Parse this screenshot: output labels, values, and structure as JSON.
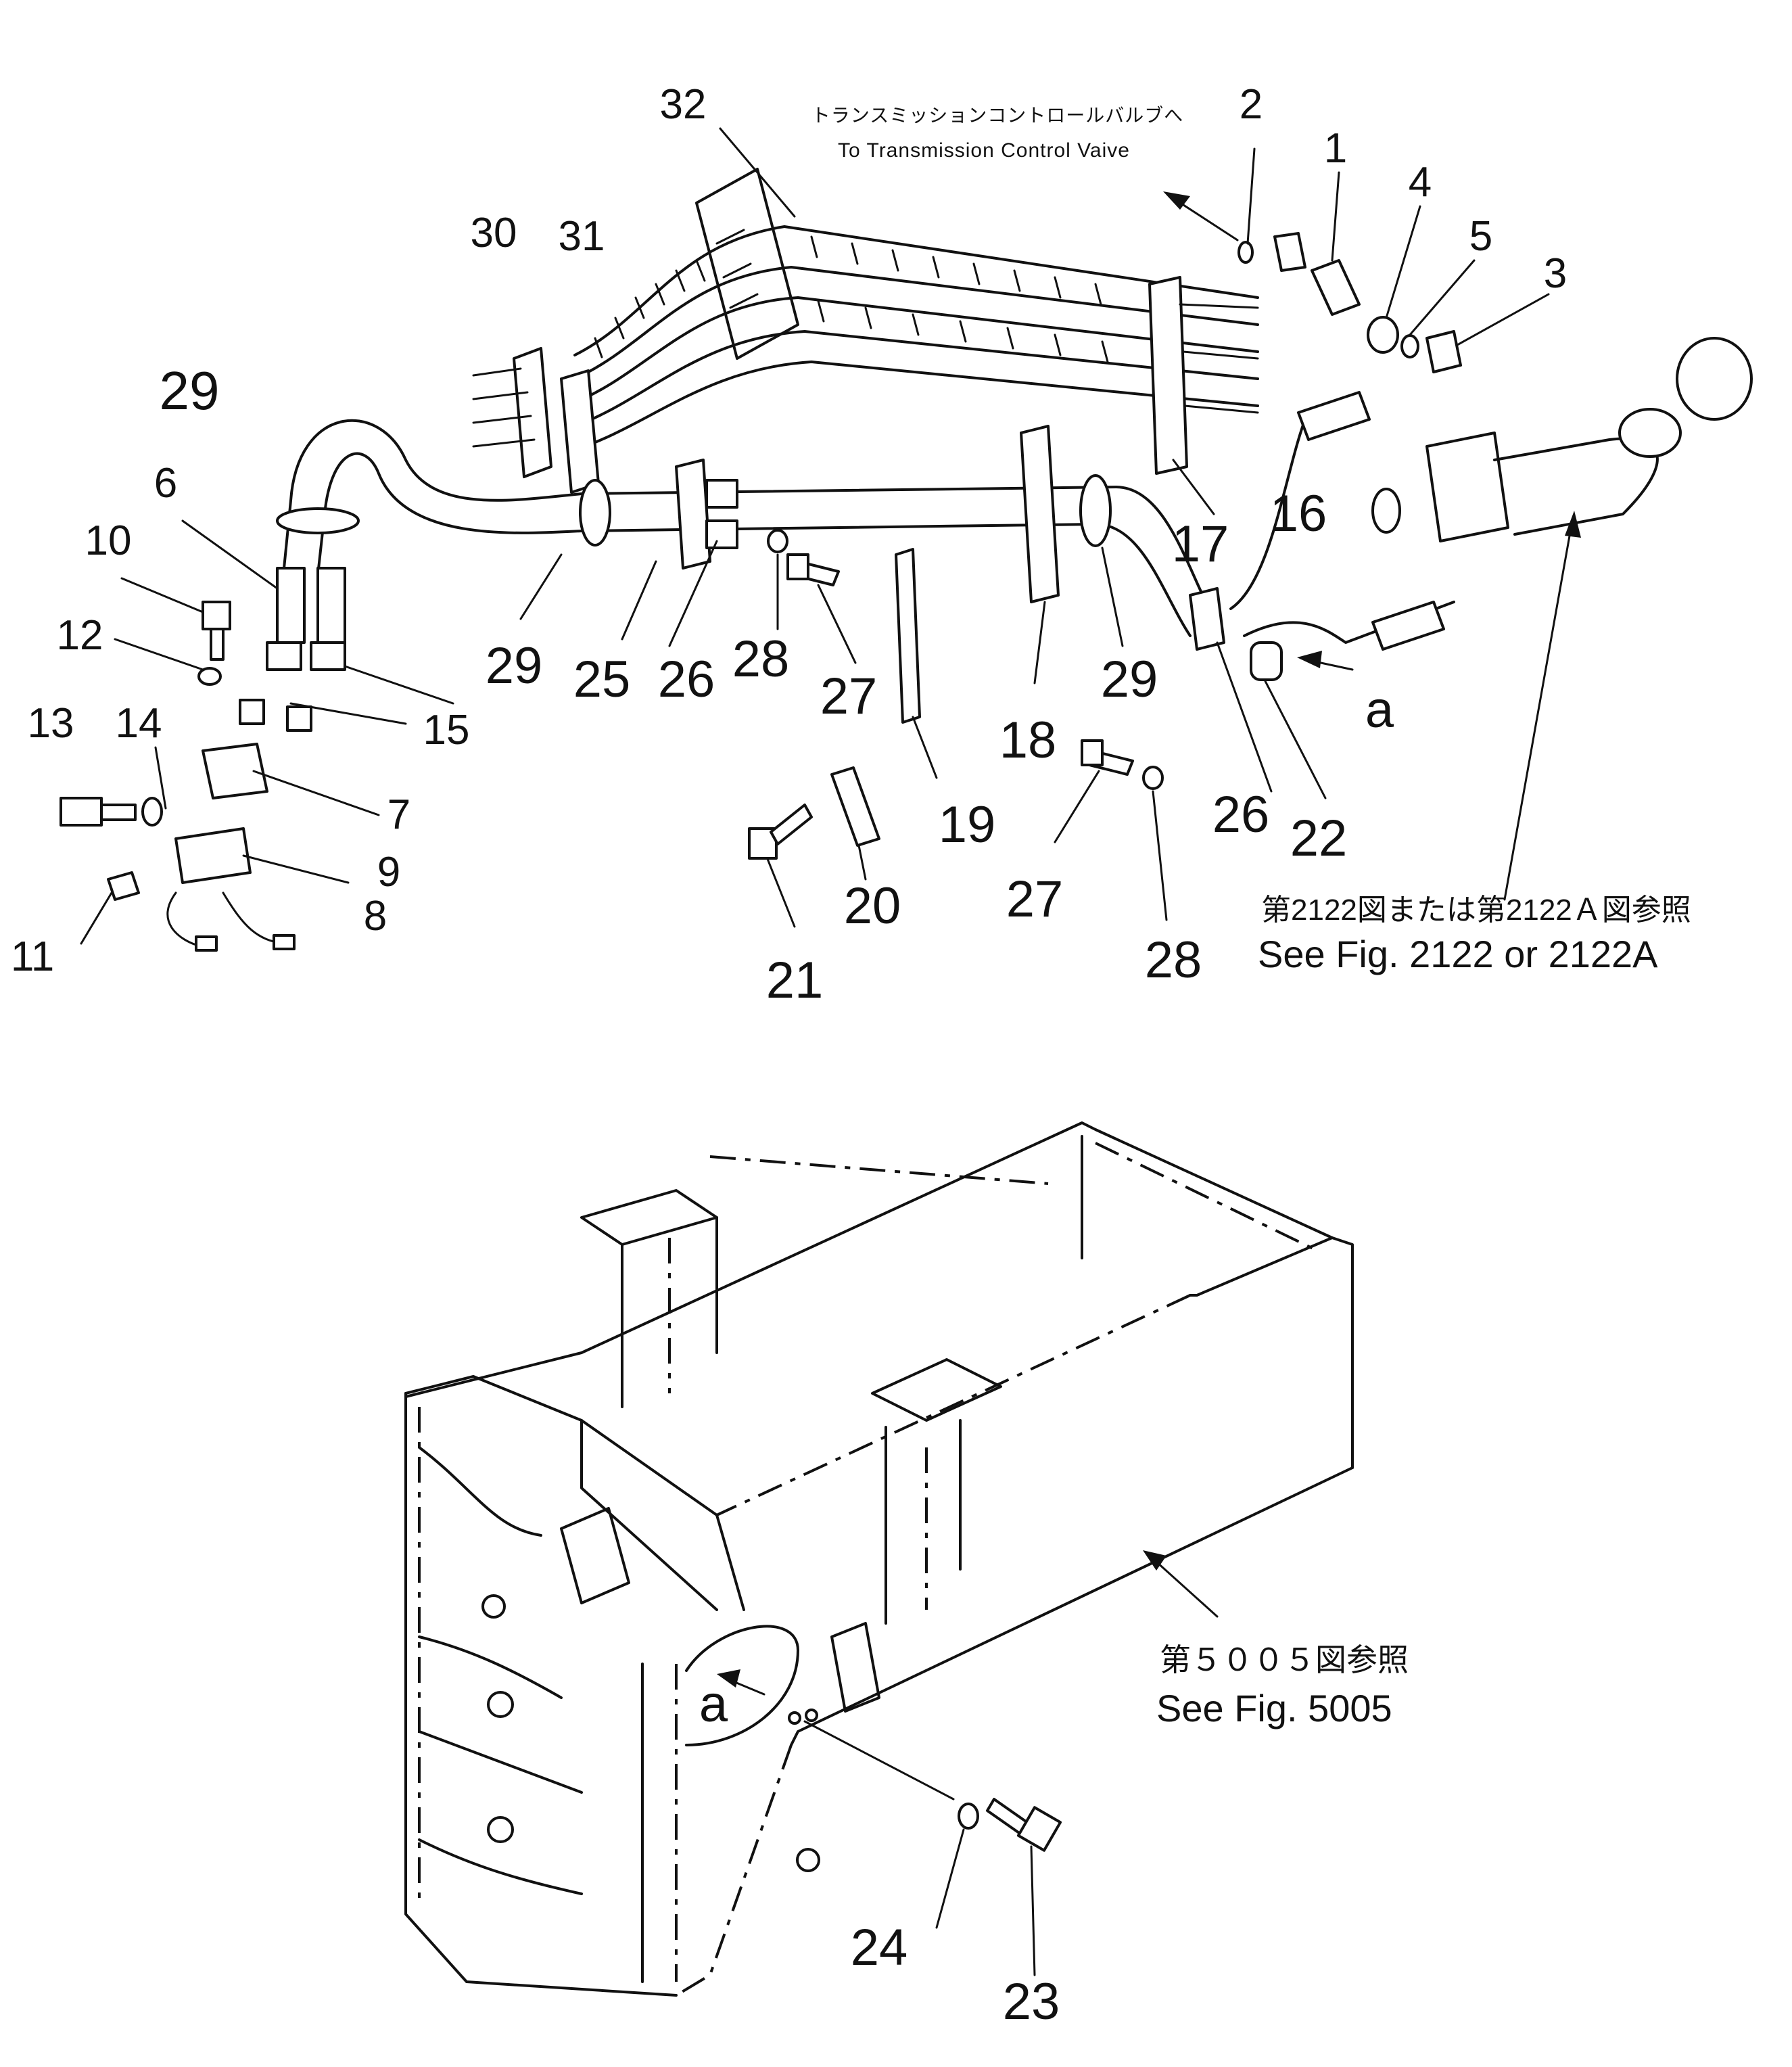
{
  "callouts": [
    "1",
    "2",
    "3",
    "4",
    "5",
    "6",
    "7",
    "8",
    "9",
    "10",
    "11",
    "12",
    "13",
    "14",
    "15",
    "16",
    "17",
    "18",
    "19",
    "20",
    "21",
    "22",
    "23",
    "24",
    "25",
    "26",
    "27",
    "28",
    "29",
    "30",
    "31",
    "32"
  ],
  "repeat_callouts": {
    "r26": "26",
    "r27": "27",
    "r28": "28",
    "r29a": "29",
    "r29b": "29"
  },
  "ref_letters": {
    "top": "a",
    "bottom": "a"
  },
  "notes": {
    "to_valve_jp": "トランスミッションコントロールバルブへ",
    "to_valve_en": "To Transmission Control Vaive",
    "fig2122_jp": "第2122図または第2122Ａ図参照",
    "fig2122_en": "See Fig. 2122 or 2122A",
    "fig5005_jp": "第５００５図参照",
    "fig5005_en": "See Fig. 5005"
  }
}
